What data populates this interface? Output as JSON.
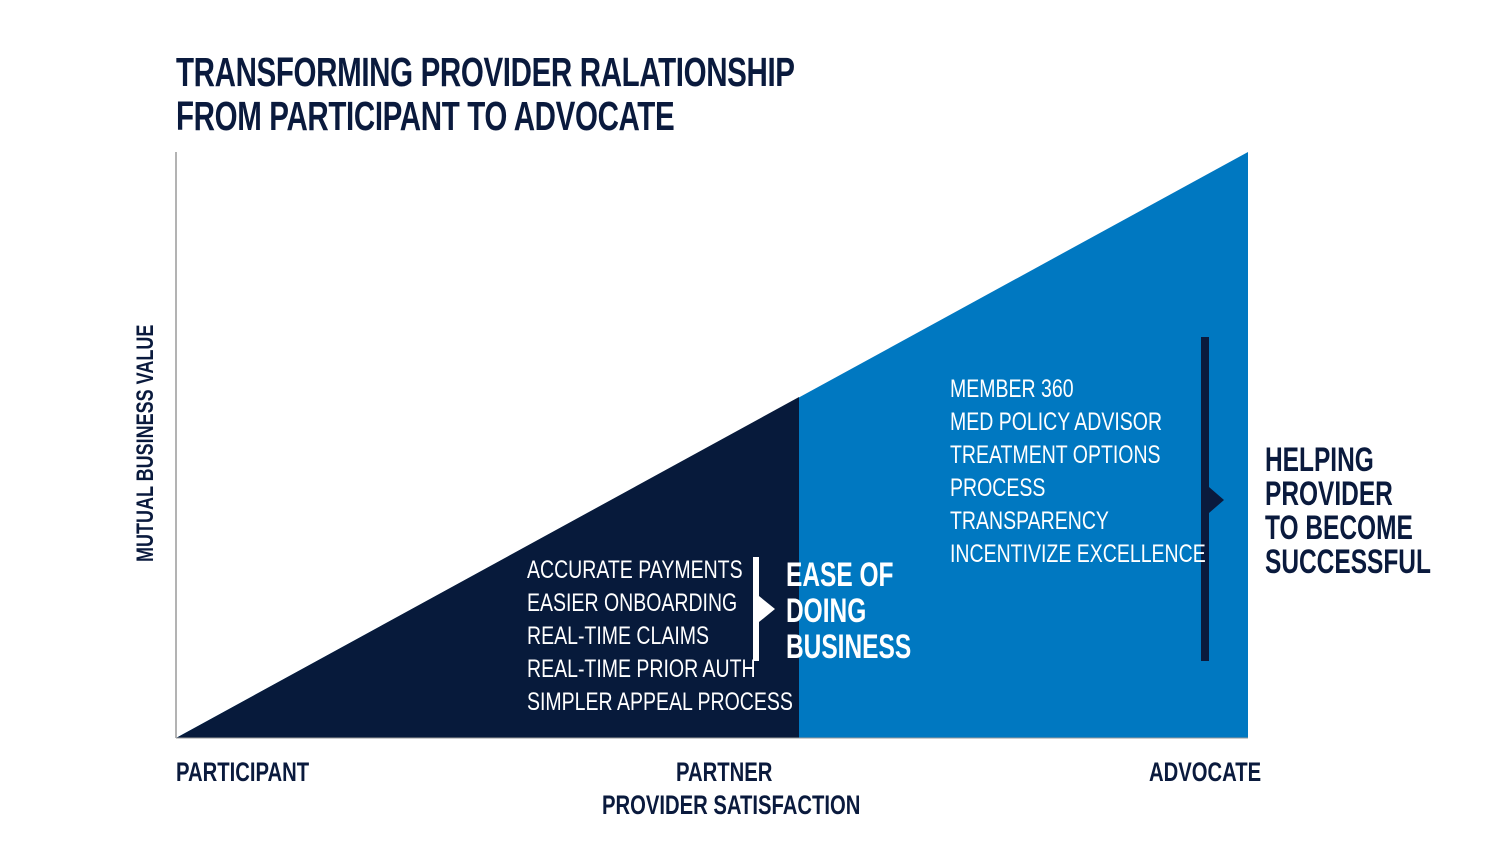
{
  "title": {
    "line1": "TRANSFORMING PROVIDER RALATIONSHIP",
    "line2": "FROM PARTICIPANT TO ADVOCATE"
  },
  "y_axis_label": "MUTUAL BUSINESS VALUE",
  "x_axis": {
    "left": "PARTICIPANT",
    "middle": "PARTNER",
    "middle_sub": "PROVIDER SATISFACTION",
    "right": "ADVOCATE"
  },
  "partner_stage": {
    "items": [
      "ACCURATE PAYMENTS",
      "EASIER ONBOARDING",
      "REAL-TIME CLAIMS",
      "REAL-TIME PRIOR AUTH",
      "SIMPLER APPEAL PROCESS"
    ],
    "outcome": [
      "EASE OF",
      "DOING",
      "BUSINESS"
    ]
  },
  "advocate_stage": {
    "items": [
      "MEMBER 360",
      "MED POLICY ADVISOR",
      "TREATMENT OPTIONS",
      "PROCESS",
      "TRANSPARENCY",
      "INCENTIVIZE EXCELLENCE"
    ],
    "outcome": [
      "HELPING",
      "PROVIDER",
      "TO BECOME",
      "SUCCESSFUL"
    ]
  },
  "colors": {
    "navy": "#071a3b",
    "blue": "#0078c1",
    "text_dark": "#0a1a3d",
    "white": "#ffffff"
  }
}
